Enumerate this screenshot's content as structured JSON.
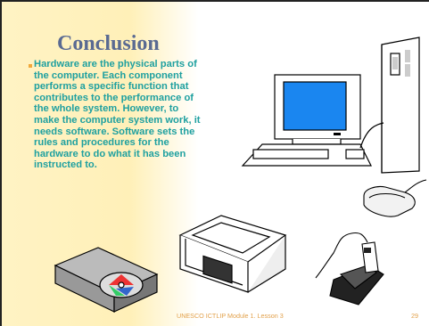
{
  "slide": {
    "title": "Conclusion",
    "body": "Hardware are the physical parts of the computer. Each component performs a specific function that contributes to the performance of the whole system. However, to make the computer system work, it needs software. Software sets the rules and procedures for the hardware to do what it has been instructed to.",
    "footer": "UNESCO ICTLIP Module 1. Lesson 3",
    "page_number": "29"
  },
  "colors": {
    "title": "#5a6a92",
    "body_text": "#1fa0a0",
    "bullet": "#f1a93a",
    "footer": "#e2a04a",
    "monitor_screen": "#1a86f0"
  },
  "clipart": [
    "computer-icon",
    "mouse-icon",
    "scanner-icon",
    "cd-drive-icon",
    "adapter-plug-icon"
  ]
}
